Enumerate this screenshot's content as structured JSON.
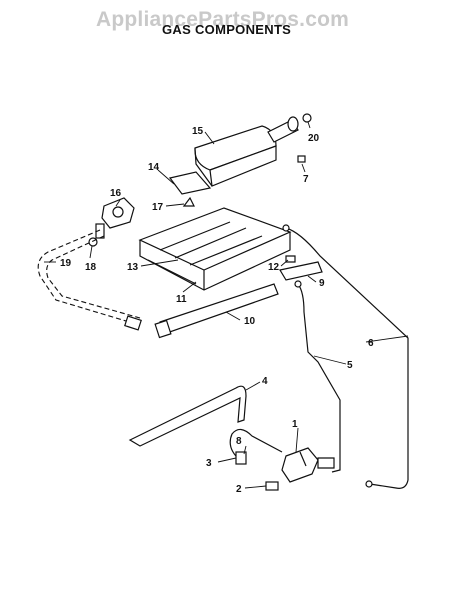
{
  "watermark": "AppliancePartsPros.com",
  "title": "GAS COMPONENTS",
  "callouts": [
    "1",
    "2",
    "3",
    "4",
    "5",
    "6",
    "7",
    "8",
    "9",
    "10",
    "11",
    "12",
    "13",
    "14",
    "15",
    "16",
    "17",
    "18",
    "19",
    "20"
  ]
}
